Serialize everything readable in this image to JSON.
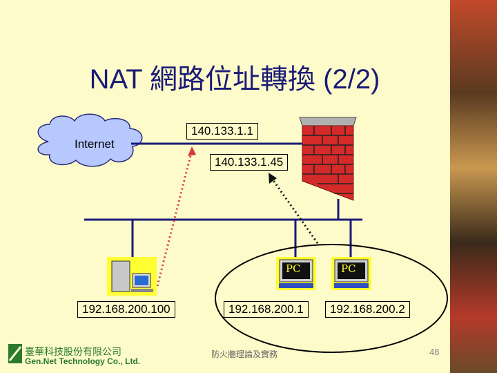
{
  "title": "NAT 網路位址轉換 (2/2)",
  "cloud_label": "Internet",
  "public_ip_1": "140.133.1.1",
  "public_ip_2": "140.133.1.45",
  "hosts": [
    {
      "ip": "192.168.200.100"
    },
    {
      "ip": "192.168.200.1",
      "label": "PC"
    },
    {
      "ip": "192.168.200.2",
      "label": "PC"
    }
  ],
  "footer": {
    "company_cn": "臺華科技股份有限公司",
    "company_en": "Gen.Net Technology Co., Ltd.",
    "center_text": "防火牆理論及實務",
    "page_number": "48"
  },
  "colors": {
    "title": "#1a1a78",
    "background": "#fdfbc9",
    "network_line": "#1a1a78",
    "brick": "#d42a2a",
    "dotted_link": "#d43a3a"
  }
}
